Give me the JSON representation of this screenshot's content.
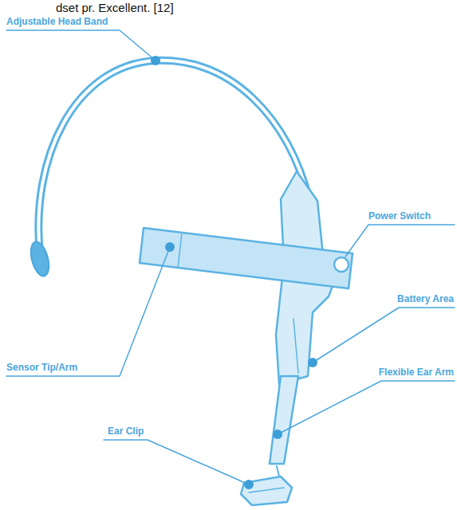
{
  "diagram": {
    "labels": [
      "dset pr. Excellent. [12]",
      "Adjustable Head Band",
      "Power Switch",
      "Sensor Tip/Arm",
      "Battery Area",
      "Flexible Ear Arm",
      "Ear Clip"
    ]
  }
}
